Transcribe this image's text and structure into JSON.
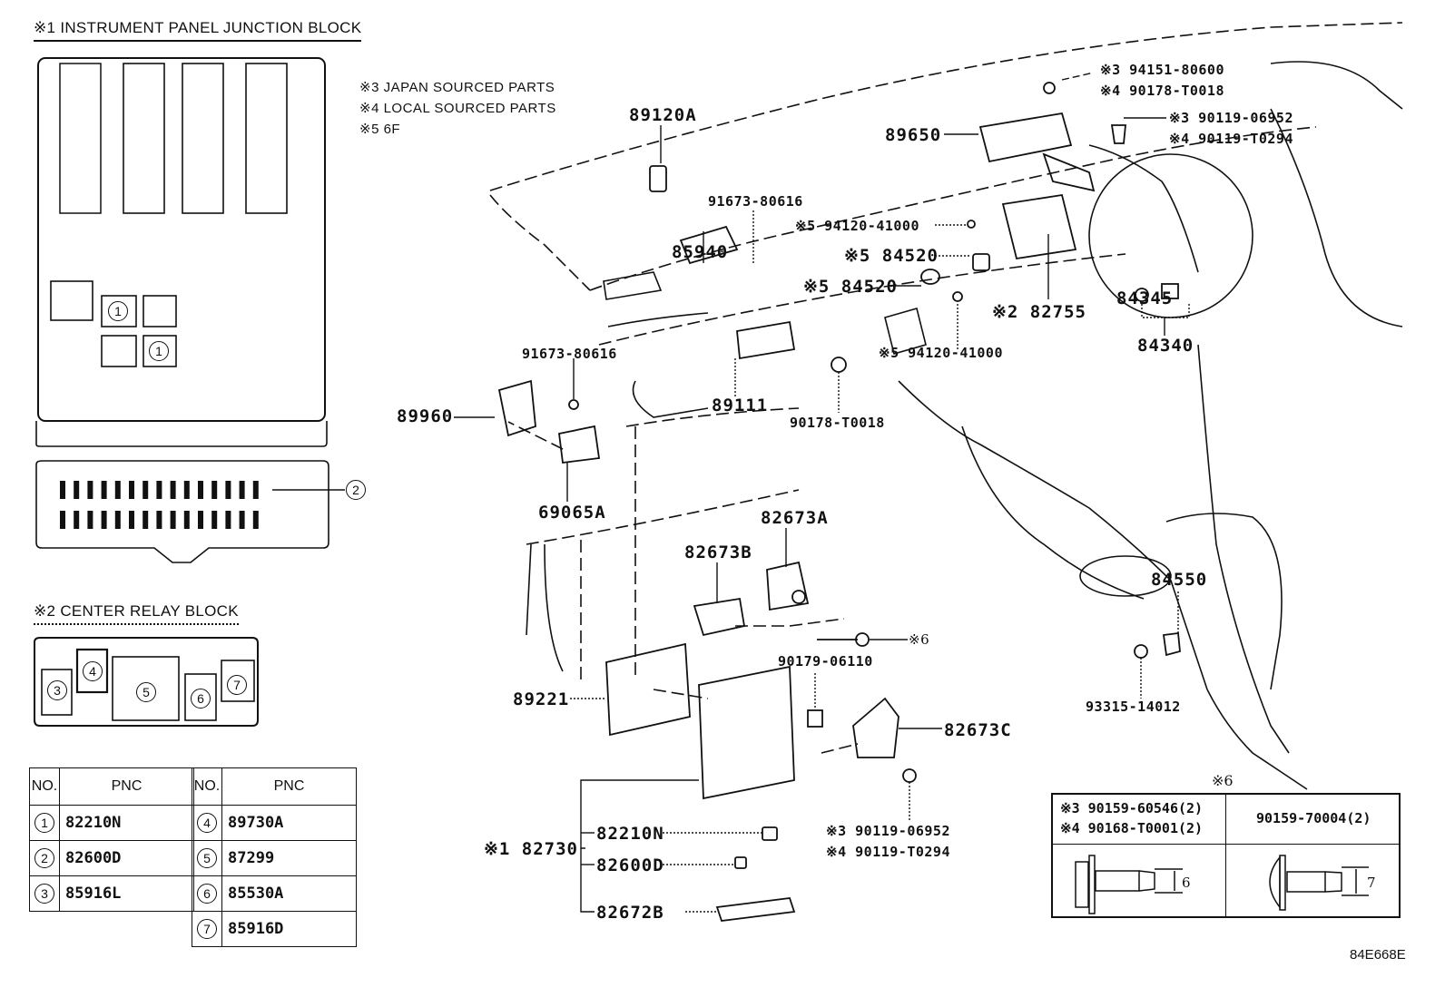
{
  "diagram_id": "84E668E",
  "legend": {
    "notes": [
      {
        "mark": "※3",
        "text": "JAPAN SOURCED PARTS"
      },
      {
        "mark": "※4",
        "text": "LOCAL SOURCED PARTS"
      },
      {
        "mark": "※5",
        "text": "6F"
      }
    ]
  },
  "junction_block": {
    "title": "※1 INSTRUMENT PANEL JUNCTION BLOCK",
    "markers": [
      "1",
      "1",
      "2"
    ]
  },
  "relay_block": {
    "title": "※2 CENTER RELAY BLOCK",
    "slots": [
      "3",
      "4",
      "5",
      "6",
      "7"
    ]
  },
  "pnc_table": {
    "headers": [
      "NO.",
      "PNC",
      "NO.",
      "PNC"
    ],
    "left": [
      {
        "no": "1",
        "pnc": "82210N"
      },
      {
        "no": "2",
        "pnc": "82600D"
      },
      {
        "no": "3",
        "pnc": "85916L"
      }
    ],
    "right": [
      {
        "no": "4",
        "pnc": "89730A"
      },
      {
        "no": "5",
        "pnc": "87299"
      },
      {
        "no": "6",
        "pnc": "85530A"
      },
      {
        "no": "7",
        "pnc": "85916D"
      }
    ]
  },
  "callouts": {
    "p89120A": "89120A",
    "p89650": "89650",
    "p94151_3": "※3 94151-80600",
    "p90178_4": "※4 90178-T0018",
    "p90119_3_top": "※3 90119-06952",
    "p90119_4_top": "※4 90119-T0294",
    "p91673_a": "91673-80616",
    "p94120_a": "※5 94120-41000",
    "p85940": "85940",
    "p84520_a": "※5 84520",
    "p84520_b": "※5 84520",
    "p82755": "※2 82755",
    "p84345": "84345",
    "p84340": "84340",
    "p94120_b": "※5 94120-41000",
    "p91673_b": "91673-80616",
    "p89960": "89960",
    "p89111": "89111",
    "p90178_mid": "90178-T0018",
    "p69065A": "69065A",
    "p82673A": "82673A",
    "p82673B": "82673B",
    "p84550": "84550",
    "p_ref6": "※6",
    "p90179": "90179-06110",
    "p89221": "89221",
    "p82673C": "82673C",
    "p93315": "93315-14012",
    "p82730": "※1 82730",
    "p82210N": "82210N",
    "p82600D": "82600D",
    "p82672B": "82672B",
    "p90119_3_bot": "※3 90119-06952",
    "p90119_4_bot": "※4 90119-T0294"
  },
  "fastener_table": {
    "title": "※6",
    "col1_line1": "※3 90159-60546(2)",
    "col1_line2": "※4 90168-T0001(2)",
    "col2": "90159-70004(2)",
    "dim1": "6",
    "dim2": "7"
  }
}
